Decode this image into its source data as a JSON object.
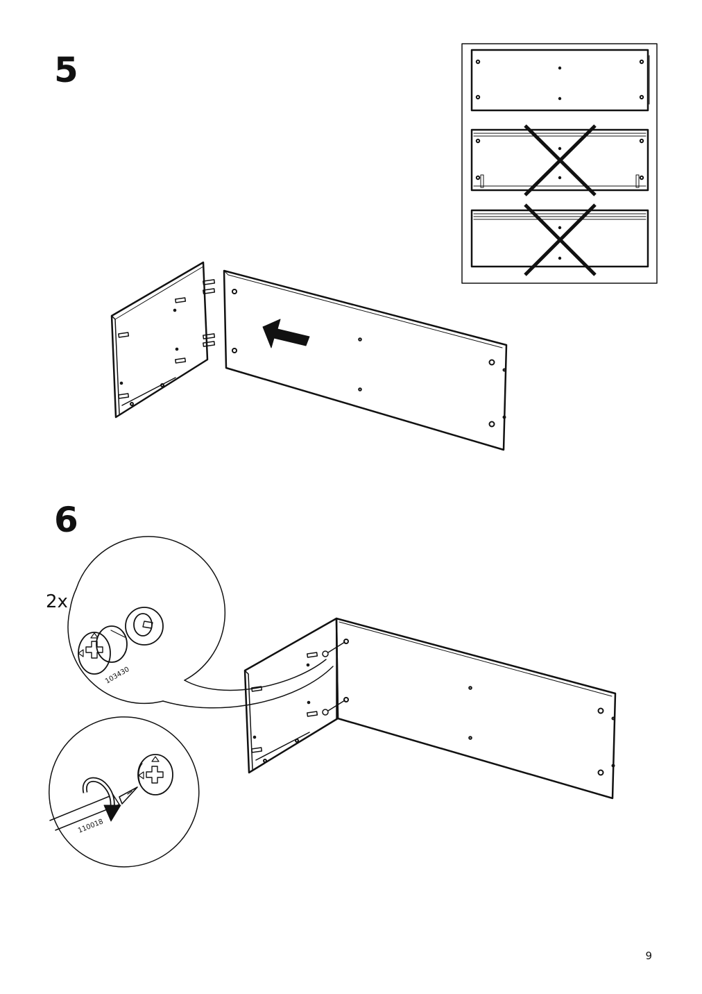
{
  "steps": [
    {
      "number": "5"
    },
    {
      "number": "6",
      "quantity": "2x",
      "part_cam_lock": "103430",
      "part_tool": "110018"
    }
  ],
  "page_number": "9",
  "colors": {
    "line": "#111111",
    "background": "#ffffff"
  },
  "icons": [
    "arrow-left-icon",
    "cross-out-icon",
    "cam-lock-icon",
    "screwdriver-icon",
    "rotate-clockwise-icon"
  ]
}
